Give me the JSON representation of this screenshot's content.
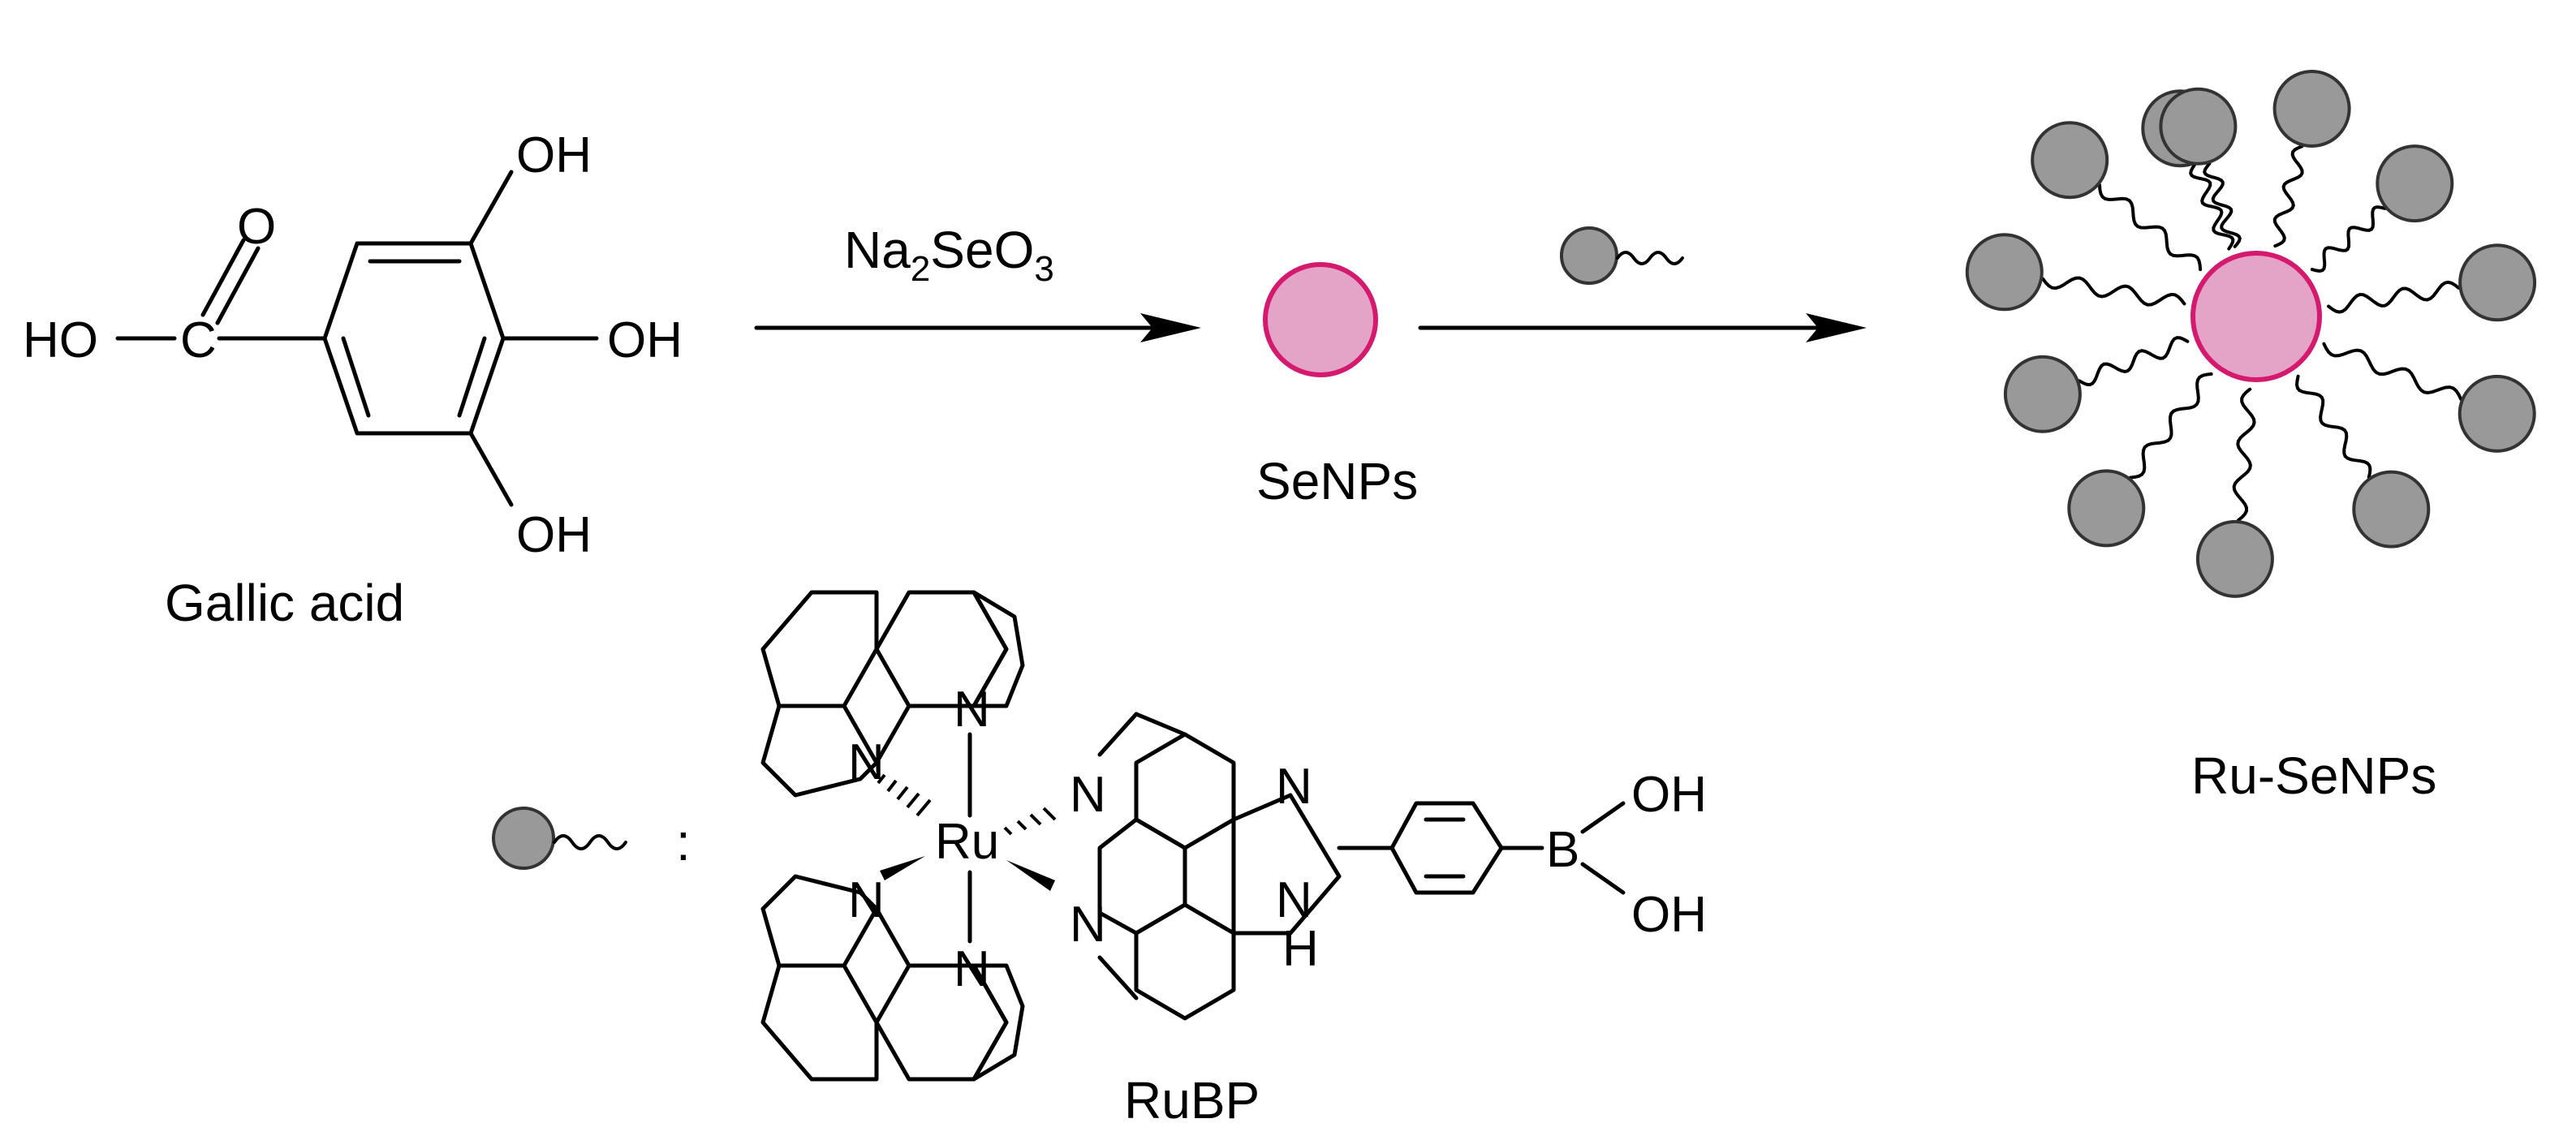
{
  "labels": {
    "gallic_acid": "Gallic acid",
    "reagent_prefix": "Na",
    "reagent_sub1": "2",
    "reagent_mid": "SeO",
    "reagent_sub2": "3",
    "senps": "SeNPs",
    "ru_senps": "Ru-SeNPs",
    "rubp": "RuBP",
    "legend_colon": ":"
  },
  "atoms": {
    "oh": "OH",
    "ho": "HO",
    "o": "O",
    "c": "C",
    "n": "N",
    "ru": "Ru",
    "b": "B",
    "h": "H"
  },
  "colors": {
    "nanoparticle_fill": "#e4a4c8",
    "nanoparticle_stroke": "#d4196f",
    "ligand_ball_fill": "#999999",
    "ligand_ball_stroke": "#333333",
    "line": "#000000"
  },
  "icons": {
    "arrow": "reaction-arrow-icon",
    "ligand": "ligand-ball-icon",
    "particle": "nanoparticle-icon"
  }
}
